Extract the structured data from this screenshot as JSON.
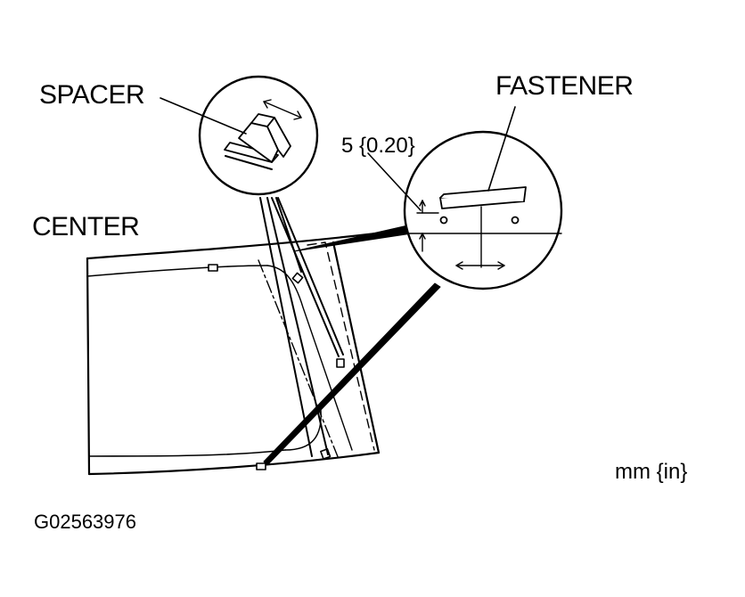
{
  "labels": {
    "spacer": "SPACER",
    "fastener": "FASTENER",
    "center": "CENTER",
    "dimension": "5 {0.20}",
    "units": "mm {in}",
    "figure_id": "G02563976"
  },
  "colors": {
    "ink": "#000000",
    "background": "#ffffff"
  }
}
